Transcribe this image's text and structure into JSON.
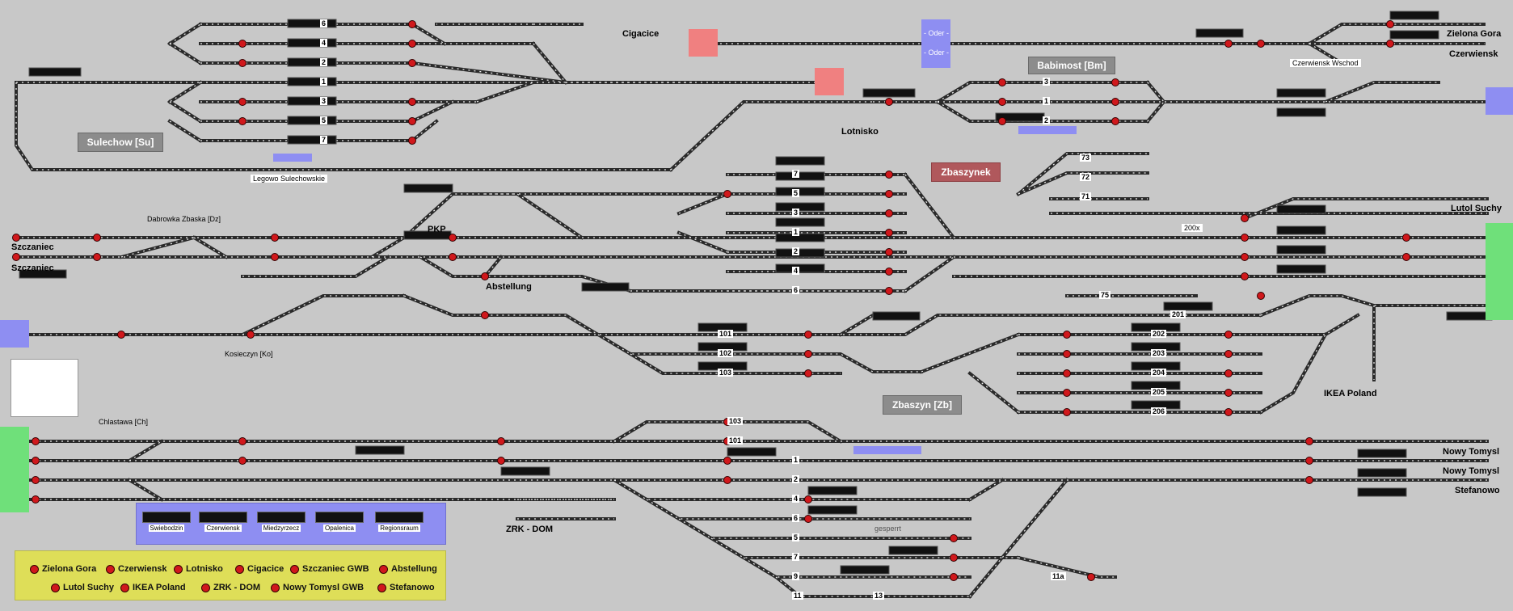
{
  "stations": {
    "sulechow": "Sulechow [Su]",
    "babimost": "Babimost [Bm]",
    "zbaszynek": "Zbaszynek",
    "zbaszyn": "Zbaszyn [Zb]"
  },
  "places": {
    "cigacice": "Cigacice",
    "lotnisko": "Lotnisko",
    "zielona_gora": "Zielona Gora",
    "czerwiensk": "Czerwiensk",
    "lutol_suchy": "Lutol Suchy",
    "szczaniec_1": "Szczaniec",
    "szczaniec_2": "Szczaniec",
    "pkp": "PKP",
    "abstellung": "Abstellung",
    "ikea_poland": "IKEA Poland",
    "zrk_dom": "ZRK - DOM",
    "nowy_tomysl_1": "Nowy Tomysl",
    "nowy_tomysl_2": "Nowy Tomysl",
    "stefanowo": "Stefanowo"
  },
  "small_labels": {
    "legowo": "Legowo Sulechowskie",
    "czerwiensk_wschod": "Czerwiensk Wschod",
    "dabrowka": "Dabrowka Zbaska [Dz]",
    "kosieczyn": "Kosieczyn [Ko]",
    "chlastawa": "Chlastawa [Ch]",
    "oder_1": "- Oder -",
    "oder_2": "- Oder -",
    "x200": "200x",
    "gesperrt": "gesperrt"
  },
  "tracks_sulechow": [
    "6",
    "4",
    "2",
    "1",
    "3",
    "5",
    "7"
  ],
  "tracks_babimost": [
    "3",
    "1",
    "2"
  ],
  "tracks_zbaszynek_top": [
    "73",
    "72",
    "71"
  ],
  "tracks_zbaszynek": [
    "7",
    "5",
    "3",
    "1",
    "2",
    "4",
    "6"
  ],
  "tracks_zbaszynek_mid": [
    "75",
    "201"
  ],
  "tracks_1xx": [
    "101",
    "102",
    "103"
  ],
  "tracks_2xx": [
    "202",
    "203",
    "204",
    "205",
    "206"
  ],
  "tracks_zbaszyn": [
    "103",
    "101",
    "1",
    "2",
    "4",
    "6",
    "5",
    "7",
    "9",
    "11",
    "13",
    "11a"
  ],
  "legend": {
    "displays": [
      "Swiebodzin",
      "Czerwiensk",
      "Miedzyrzecz",
      "Opalenica",
      "Regionsraum"
    ],
    "signals": [
      "Zielona Gora",
      "Czerwiensk",
      "Lotnisko",
      "Cigacice",
      "Szczaniec GWB",
      "Abstellung",
      "Lutol Suchy",
      "IKEA Poland",
      "ZRK - DOM",
      "Nowy Tomysl GWB",
      "Stefanowo"
    ]
  },
  "colors": {
    "background": "#c8c8c8",
    "track": "#2a2a2a",
    "signal_red": "#d0181c",
    "signal_green": "#1f7a2f",
    "occupied_blue": "#8e8ef2",
    "entry_green": "#6fe07a",
    "blocked_red": "#f08080",
    "legend_yellow": "#dede58"
  }
}
